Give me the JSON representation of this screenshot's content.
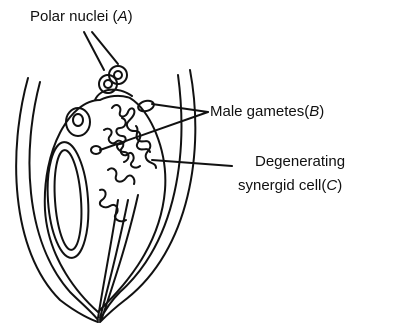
{
  "labels": {
    "polar_nuclei": {
      "text": "Polar nuclei",
      "letter": "A"
    },
    "male_gametes": {
      "text": "Male gametes",
      "letter": "B"
    },
    "degenerating_line1": {
      "text": "Degenerating"
    },
    "degenerating_line2": {
      "text": "synergid cell",
      "letter": "C"
    }
  }
}
